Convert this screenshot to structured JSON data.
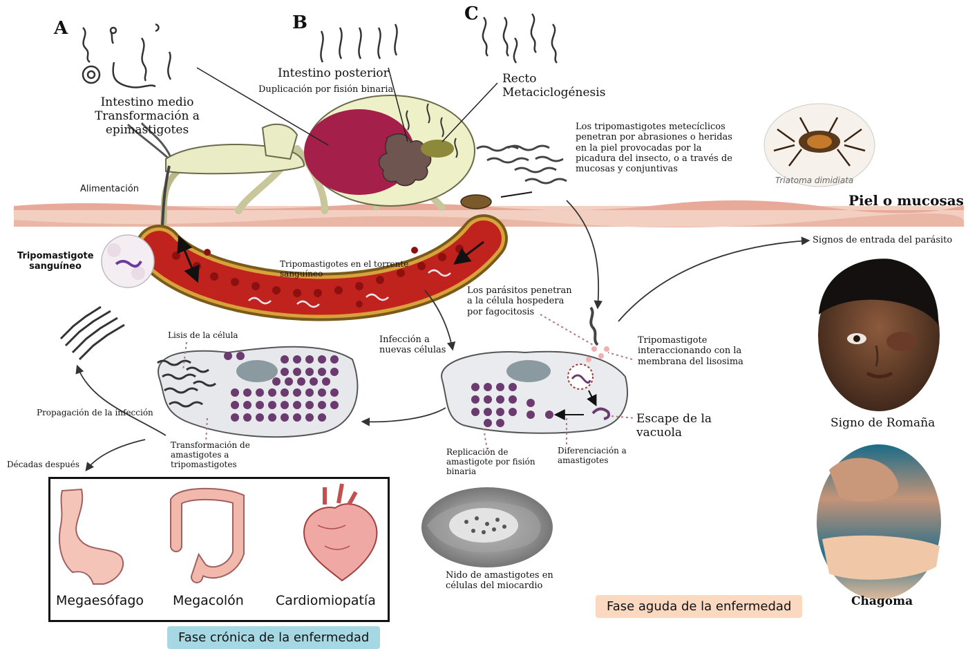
{
  "stages": {
    "a": "A",
    "b": "B",
    "c": "C"
  },
  "insect": {
    "midgut": "Intestino medio\nTransformación a epimastigotes",
    "hindgut": "Intestino posterior",
    "hindgut_sub": "Duplicación por fisión binaria",
    "rectum": "Recto\nMetaciclogénesis",
    "feeding": "Alimentación"
  },
  "vector": {
    "entry_text": "Los tripomastigotes metecíclicos\npenetran por abrasiones o heridas\nen la piel provocadas por la\npicadura del insecto, o a través de\nmucosas y conjuntivas",
    "species": "Triatoma dimidiata",
    "skin": "Piel o mucosas"
  },
  "blood": {
    "trypo_blood": "Tripomastigote\nsanguíneo",
    "stream": "Tripomastigotes en el torrente\nsanguíneo"
  },
  "cell_cycle": {
    "penetrate": "Los parásitos penetran\na la célula hospedera\npor fagocitosis",
    "lysosome": "Tripomastigote\ninteraccionando con la\nmembrana del lisosima",
    "escape": "Escape de la\nvacuola",
    "differentiation": "Diferenciación a\namastigotes",
    "replication": "Replicación de\namastigote por fisión\nbinaria",
    "infection_new": "Infección a\nnuevas células",
    "lysis": "Lisis de la célula",
    "transformation": "Transformación de\namastigotes a\ntripomastigotes",
    "propagation": "Propagación de la infección",
    "decades": "Décadas después",
    "nest": "Nido de amastigotes en\ncélulas del miocardio"
  },
  "signs": {
    "entry_signs": "Signos de entrada del parásito",
    "romana": "Signo de Romaña",
    "chagoma": "Chagoma"
  },
  "chronic": {
    "organs": [
      "Megaesófago",
      "Megacolón",
      "Cardiomiopatía"
    ],
    "label": "Fase crónica de la enfermedad"
  },
  "acute": {
    "label": "Fase aguda de la enfermedad"
  },
  "colors": {
    "skin": "#f0c4b4",
    "vessel": "#c0231e",
    "insect_body": "#eef0c8",
    "abdomen": "#a4204a",
    "chronic_box_bg": "#a6d8e4",
    "acute_box_bg": "#fbd9c0",
    "cell": "#e9ebee",
    "amastigote": "#6b3a6e"
  }
}
